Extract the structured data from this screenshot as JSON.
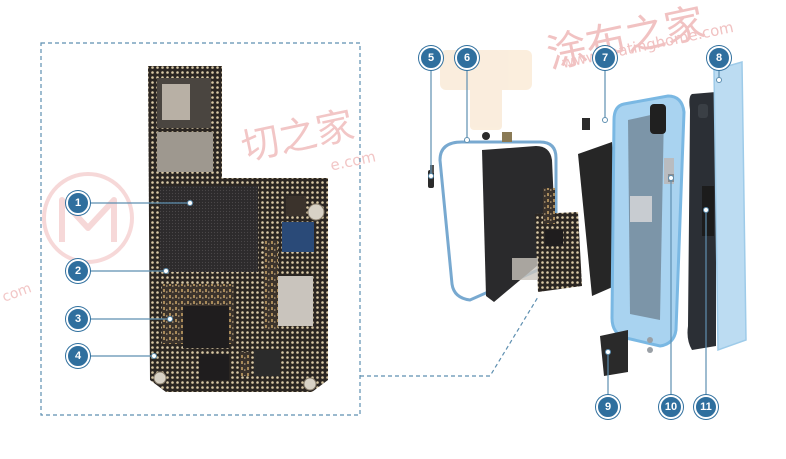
{
  "watermarks": {
    "brand_cn_1": "涂布之家",
    "domain_1": "www.coatinghome.com",
    "brand_cn_2": "切之家",
    "domain_2": "e.com",
    "domain_3": "com"
  },
  "callouts": {
    "pcb": [
      "1",
      "2",
      "3",
      "4"
    ],
    "exploded": [
      "5",
      "6",
      "7",
      "8",
      "9",
      "10",
      "11"
    ]
  },
  "colors": {
    "badge": "#2f6f9e",
    "dashed_line": "#5e8fb0",
    "frame_blue": "#8ec3ea",
    "board_dark": "#2b2622",
    "watermark": "#f3c9c9"
  }
}
